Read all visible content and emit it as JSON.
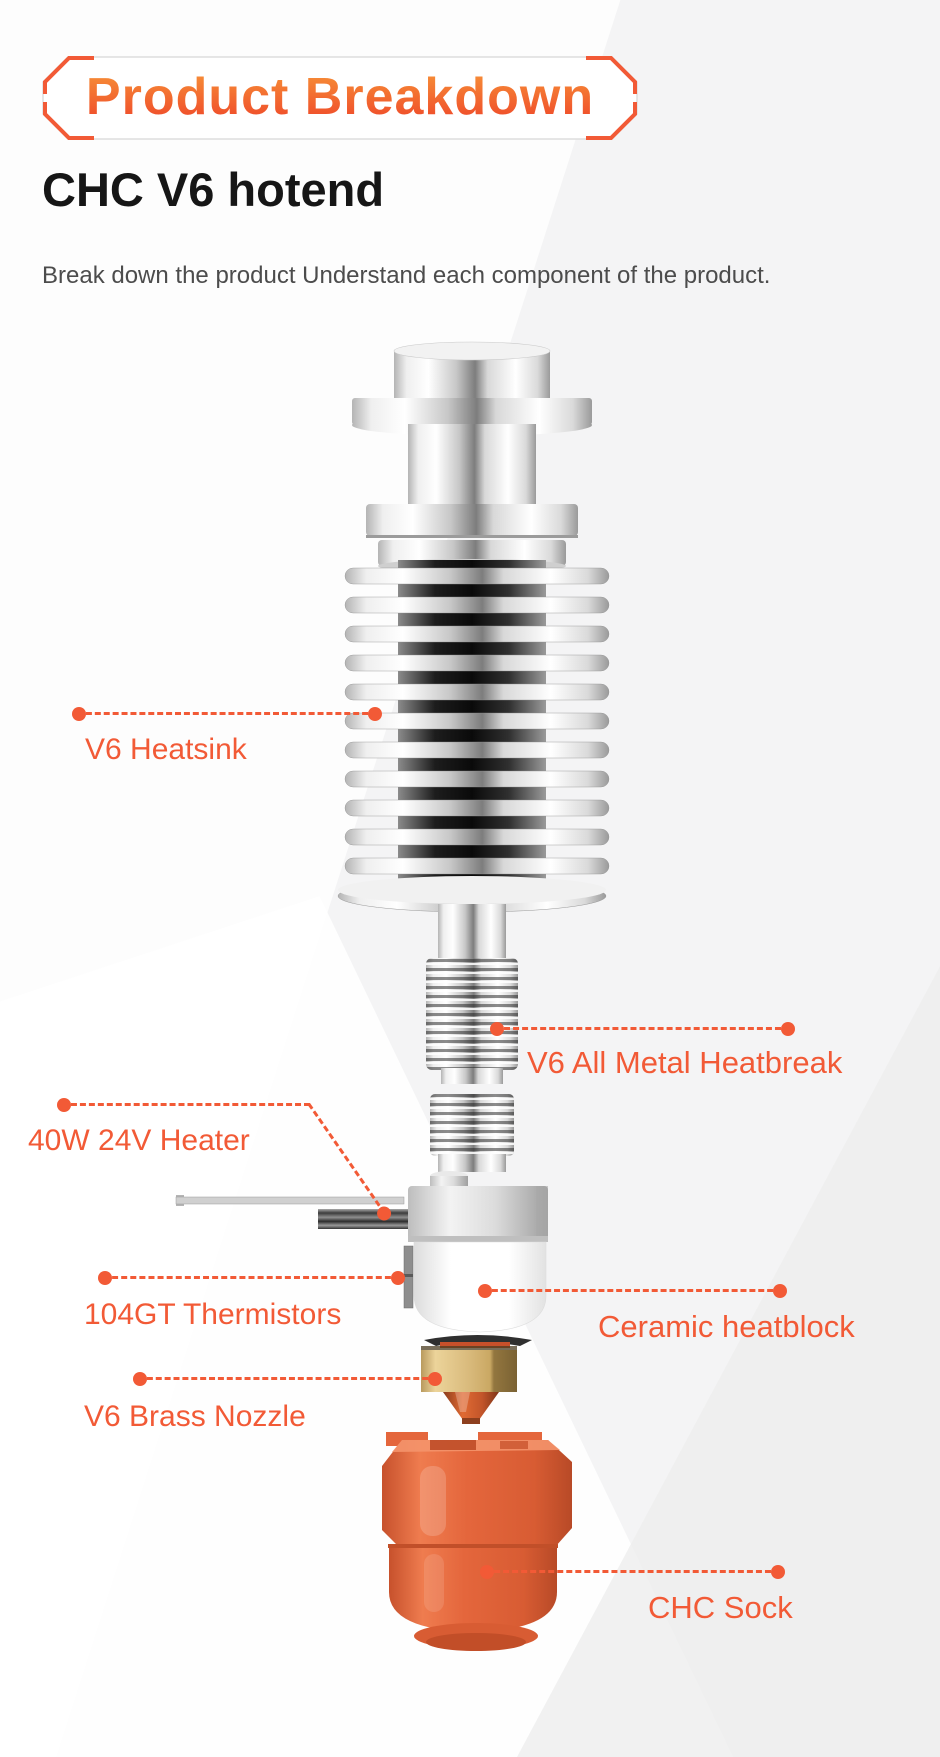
{
  "header": {
    "badge_title": "Product Breakdown",
    "product_title": "CHC V6 hotend",
    "subtitle": "Break down the product Understand each component of the product."
  },
  "colors": {
    "accent": "#F25A36",
    "title_gradient_top": "#F89E3A",
    "title_gradient_bottom": "#EE3F28",
    "sock_orange": "#E4663C",
    "brass": "#D3B276"
  },
  "diagram": {
    "type": "exploded-view",
    "subject": "CHC V6 hotend",
    "labels": [
      {
        "id": "heatsink",
        "text": "V6 Heatsink",
        "side": "left"
      },
      {
        "id": "heatbreak",
        "text": "V6 All Metal Heatbreak",
        "side": "right"
      },
      {
        "id": "heater",
        "text": "40W 24V Heater",
        "side": "left"
      },
      {
        "id": "thermistors",
        "text": "104GT Thermistors",
        "side": "left"
      },
      {
        "id": "heatblock",
        "text": "Ceramic heatblock",
        "side": "right"
      },
      {
        "id": "nozzle",
        "text": "V6 Brass Nozzle",
        "side": "left"
      },
      {
        "id": "sock",
        "text": "CHC Sock",
        "side": "right"
      }
    ]
  }
}
